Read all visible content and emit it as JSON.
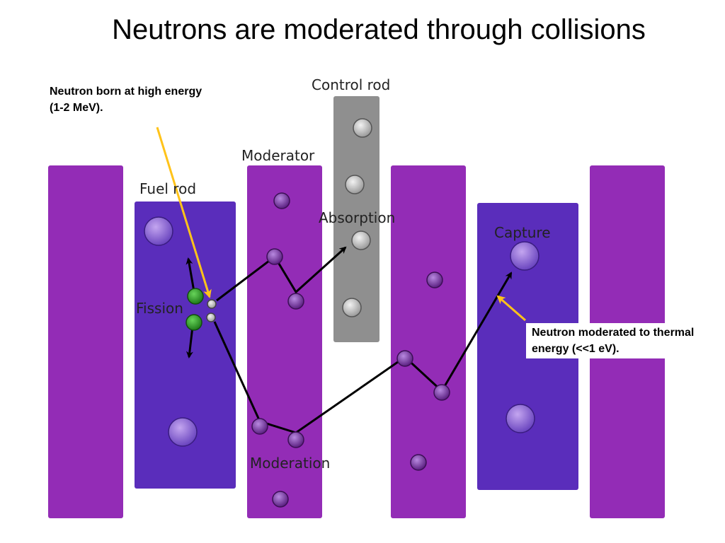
{
  "title": "Neutrons are moderated through collisions",
  "annotations": {
    "neutron_born": "Neutron born at high energy (1-2 MeV).",
    "neutron_thermal": "Neutron moderated to thermal energy (<<1 eV)."
  },
  "labels": {
    "control_rod": "Control rod",
    "moderator": "Moderator",
    "fuel_rod": "Fuel rod",
    "absorption": "Absorption",
    "capture": "Capture",
    "fission": "Fission",
    "moderation": "Moderation"
  },
  "colors": {
    "moderator": "#932cb6",
    "fuel": "#5a2dbb",
    "control_rod": "#8f8f8f",
    "arrow_yellow": "#ffc31a",
    "fission_fragment": "#2f9a2a",
    "neutron_path": "#000000"
  }
}
